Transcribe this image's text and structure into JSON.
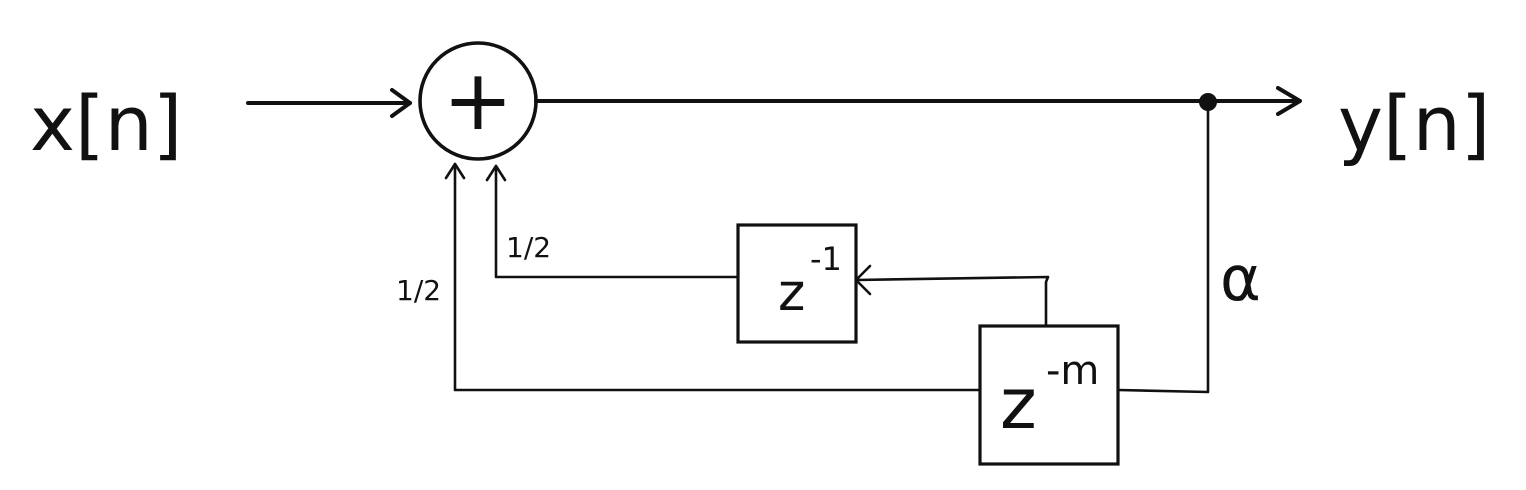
{
  "diagram": {
    "input_label": "x[n]",
    "output_label": "y[n]",
    "adder_symbol": "+",
    "delay_short_base": "z",
    "delay_short_exp": "-1",
    "delay_long_base": "z",
    "delay_long_exp": "-m",
    "gain_short_path": "1/2",
    "gain_long_path": "1/2",
    "gain_feedback": "α"
  }
}
